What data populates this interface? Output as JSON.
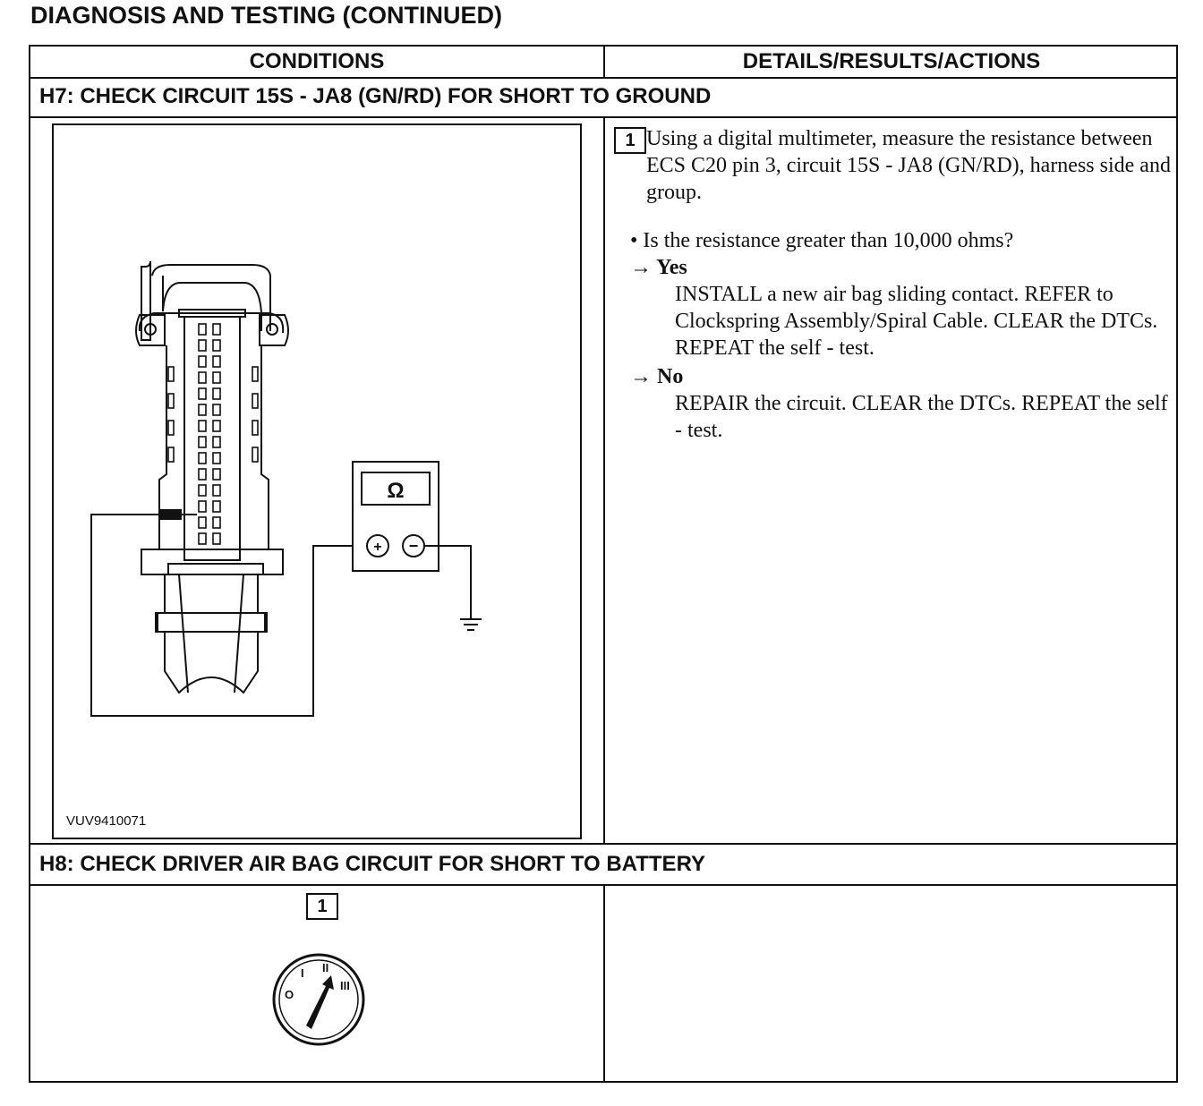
{
  "page": {
    "title": "DIAGNOSIS AND TESTING (CONTINUED)"
  },
  "table": {
    "col_conditions": "CONDITIONS",
    "col_details": "DETAILS/RESULTS/ACTIONS"
  },
  "h7": {
    "heading": "H7: CHECK CIRCUIT 15S - JA8 (GN/RD) FOR SHORT TO GROUND",
    "figure_code": "VUV9410071",
    "meter_symbol": "Ω",
    "meter_plus": "+",
    "meter_minus": "−",
    "step_number": "1",
    "step_text": "Using a digital multimeter, measure the resistance between ECS C20 pin 3, circuit 15S - JA8 (GN/RD), harness side and group.",
    "question": "• Is the resistance greater than 10,000 ohms?",
    "yes_label": "→ Yes",
    "yes_text": "INSTALL a new air bag sliding contact.   REFER to Clockspring Assembly/Spiral Cable. CLEAR the DTCs. REPEAT the self - test.",
    "no_label": "→ No",
    "no_text": "REPAIR the circuit. CLEAR the DTCs. REPEAT the self - test."
  },
  "h8": {
    "heading": "H8: CHECK DRIVER AIR BAG CIRCUIT FOR SHORT TO BATTERY",
    "step_number": "1",
    "ignition_positions": [
      "O",
      "I",
      "II",
      "III"
    ]
  }
}
